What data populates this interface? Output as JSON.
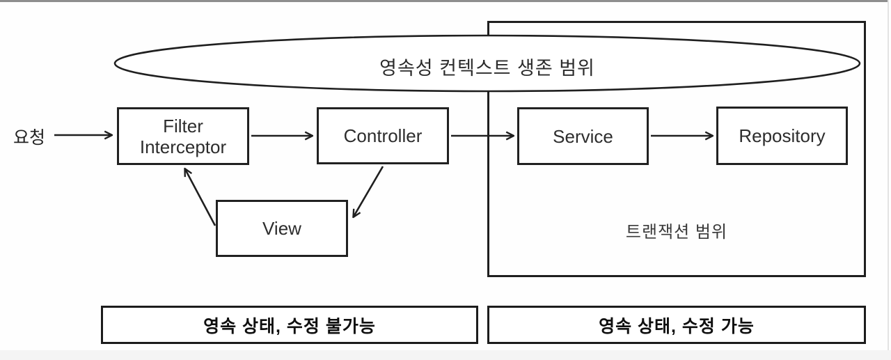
{
  "diagram": {
    "ellipse_title": "영속성 컨텍스트 생존 범위",
    "request_label": "요청",
    "nodes": {
      "filter_interceptor": "Filter\nInterceptor",
      "controller": "Controller",
      "service": "Service",
      "repository": "Repository",
      "view": "View"
    },
    "transaction_label": "트랜잭션 범위",
    "banners": {
      "left": "영속 상태, 수정 불가능",
      "right": "영속 상태, 수정 가능"
    },
    "colors": {
      "line": "#1f1f1f",
      "node_text": "#2d2d2d",
      "banner_text": "#0f0f0f",
      "top_bar": "#8e8e8e",
      "background": "#fefefe"
    }
  }
}
